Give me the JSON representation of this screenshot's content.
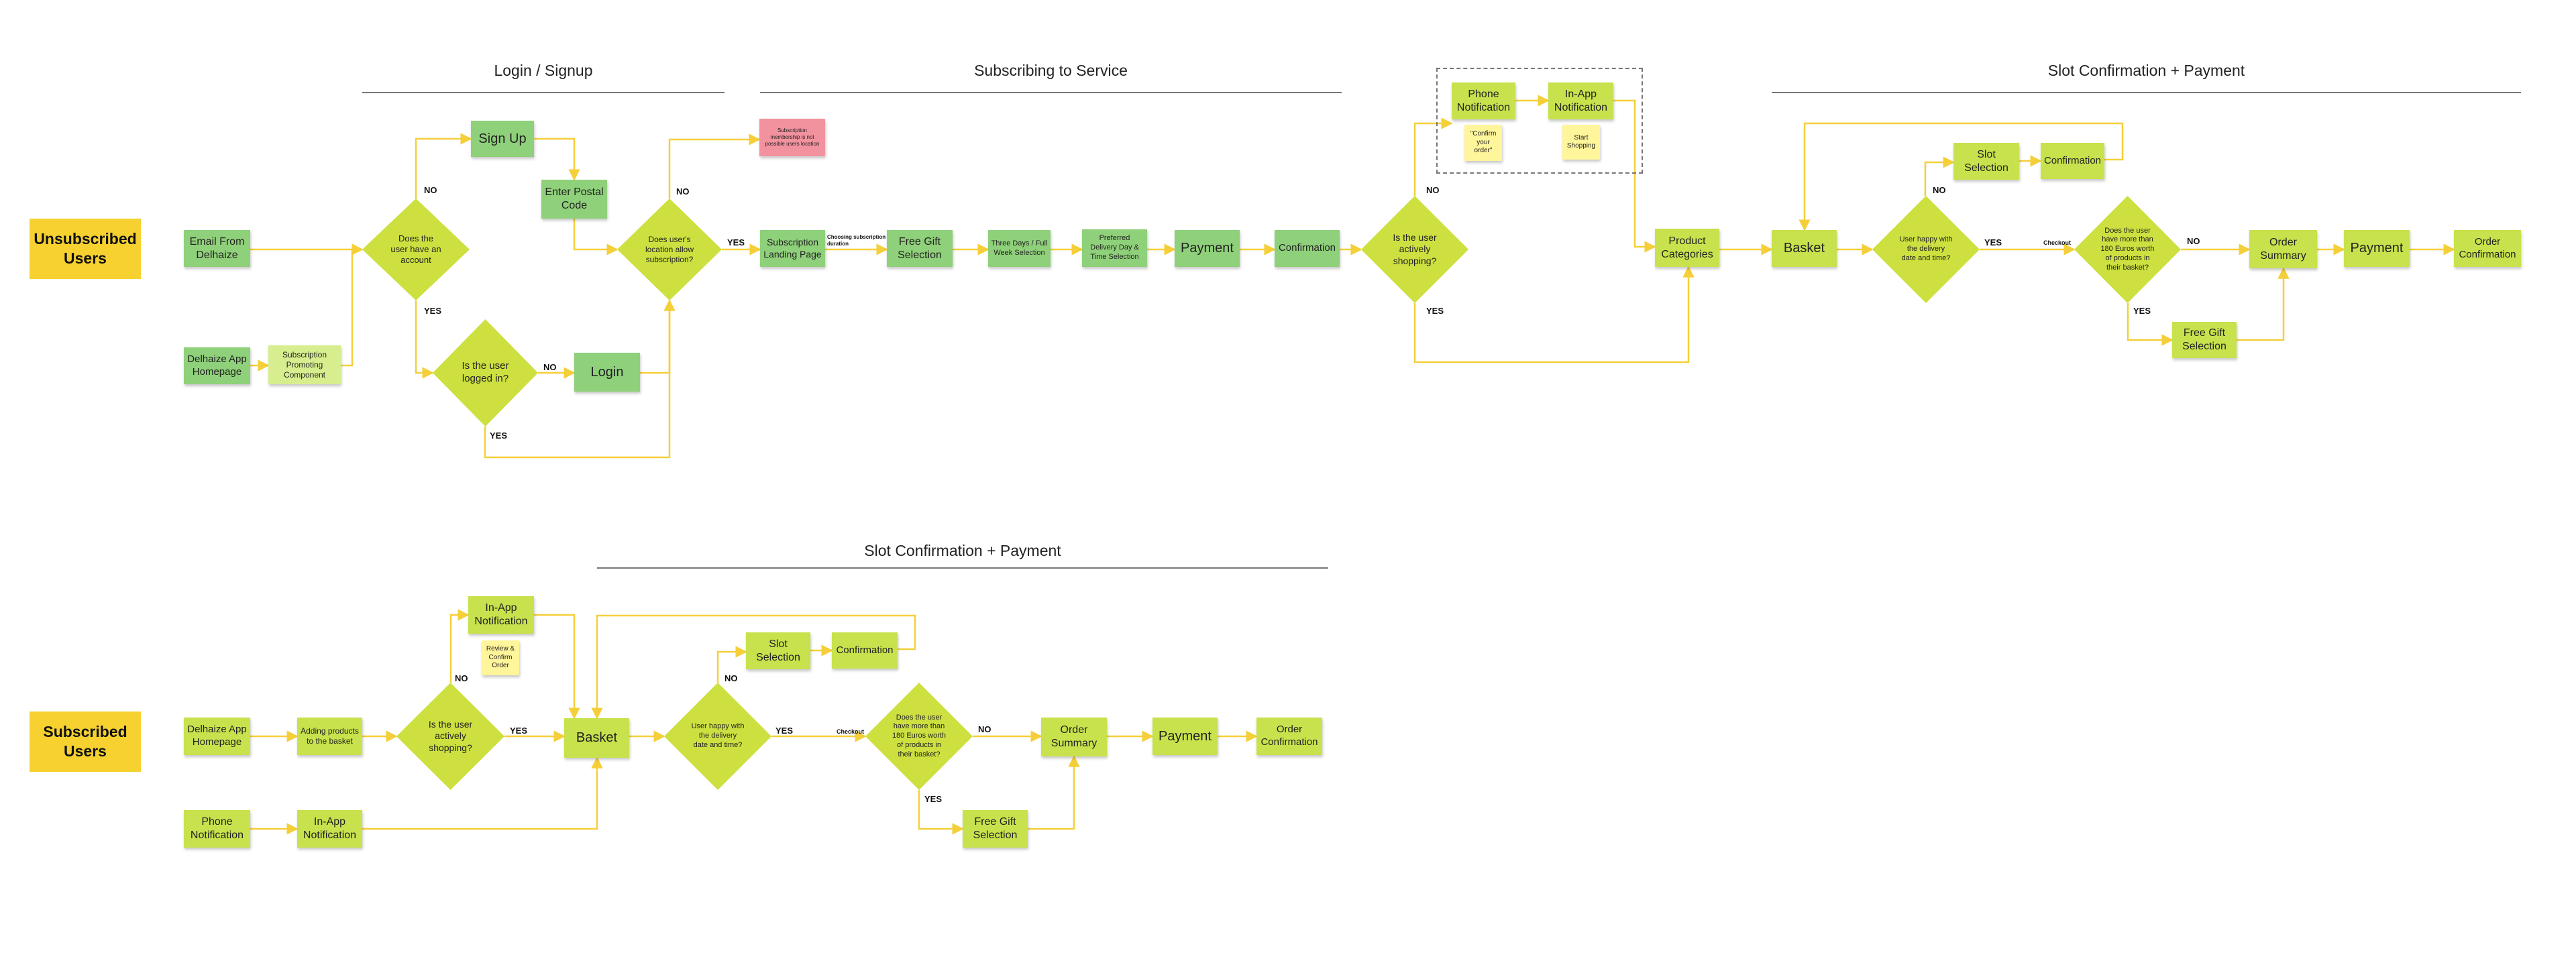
{
  "colors": {
    "connector": "#f5cf3a",
    "header_rule": "#777777"
  },
  "row1": {
    "title": "Unsubscribed\nUsers",
    "section_headers": {
      "login": "Login / Signup",
      "subscribing": "Subscribing to Service",
      "slot": "Slot Confirmation + Payment"
    },
    "nodes": {
      "email_from_delhaize": "Email From\nDelhaize",
      "app_homepage": "Delhaize App\nHomepage",
      "subscription_component": "Subscription\nPromoting\nComponent",
      "q_have_account": "Does the\nuser have an\naccount",
      "sign_up": "Sign Up",
      "enter_postal": "Enter Postal\nCode",
      "q_logged_in": "Is the user\nlogged in?",
      "login": "Login",
      "q_location": "Does user's\nlocation allow\nsubscription?",
      "location_note": "Subscription\nmembership is not\npossible users location",
      "subscription_landing": "Subscription\nLanding Page",
      "choosing_duration": "Choosing subscription\nduration",
      "free_gift": "Free Gift\nSelection",
      "three_days": "Three Days / Full\nWeek Selection",
      "preferred_delivery": "Preferred\nDelivery Day &\nTime Selection",
      "payment": "Payment",
      "confirmation": "Confirmation",
      "q_shopping": "Is the user\nactively\nshopping?",
      "phone_notification": "Phone\nNotification",
      "inapp_notification": "In-App\nNotification",
      "confirm_order_note": "\"Confirm\nyour\norder\"",
      "start_shopping_note": "Start\nShopping",
      "product_categories": "Product\nCategories",
      "basket": "Basket",
      "q_delivery_happy": "User happy with\nthe delivery\ndate and time?",
      "slot_selection": "Slot\nSelection",
      "slot_confirmation": "Confirmation",
      "q_180": "Does the user\nhave more than\n180 Euros worth\nof products in\ntheir basket?",
      "free_gift_2": "Free Gift\nSelection",
      "order_summary": "Order\nSummary",
      "payment_2": "Payment",
      "order_confirmation": "Order\nConfirmation"
    },
    "labels": {
      "no_account": "NO",
      "yes_account": "YES",
      "no_logged": "NO",
      "yes_logged": "YES",
      "no_location": "NO",
      "yes_location": "YES",
      "no_shopping": "NO",
      "yes_shopping": "YES",
      "no_delivery": "NO",
      "yes_delivery": "YES",
      "checkout": "Checkout",
      "no_180": "NO",
      "yes_180": "YES"
    }
  },
  "row2": {
    "title": "Subscribed\nUsers",
    "section_header": "Slot Confirmation + Payment",
    "nodes": {
      "app_homepage": "Delhaize App\nHomepage",
      "adding_products": "Adding products\nto the basket",
      "phone_notification": "Phone\nNotification",
      "inapp_notification": "In-App\nNotification",
      "inapp_notification_top": "In-App\nNotification",
      "review_note": "Review &\nConfirm\nOrder",
      "q_shopping": "Is the user\nactively\nshopping?",
      "basket": "Basket",
      "q_delivery_happy": "User happy with\nthe delivery\ndate and time?",
      "slot_selection": "Slot\nSelection",
      "slot_confirmation": "Confirmation",
      "q_180": "Does the user\nhave more than\n180 Euros worth\nof products in\ntheir basket?",
      "free_gift": "Free Gift\nSelection",
      "order_summary": "Order\nSummary",
      "payment": "Payment",
      "order_confirmation": "Order\nConfirmation"
    },
    "labels": {
      "no_shopping": "NO",
      "yes_shopping": "YES",
      "no_delivery": "NO",
      "yes_delivery": "YES",
      "checkout": "Checkout",
      "no_180": "NO",
      "yes_180": "YES"
    }
  }
}
